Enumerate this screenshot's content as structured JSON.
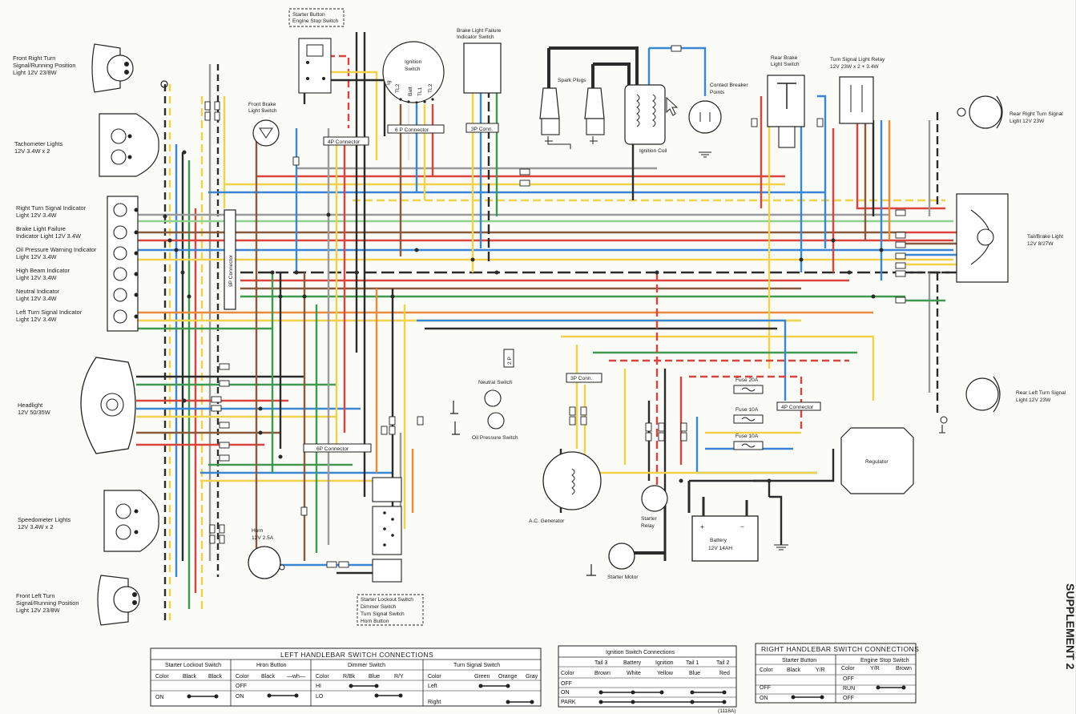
{
  "components": {
    "front_right_turn": [
      "Front Right Turn",
      "Signal/Running Position",
      "Light 12V 23/8W"
    ],
    "tachometer": [
      "Tachometer Lights",
      "12V 3.4W x 2"
    ],
    "indicators": [
      [
        "Right Turn Signal Indicator",
        "Light 12V 3.4W"
      ],
      [
        "Brake Light Failure",
        "Indicator Light 12V 3.4W"
      ],
      [
        "Oil Pressure Warning Indicator",
        "Light 12V 3.4W"
      ],
      [
        "High Beam Indicator",
        "Light 12V 3.4W"
      ],
      [
        "Neutral Indicator",
        "Light 12V 3.4W"
      ],
      [
        "Left Turn Signal Indicator",
        "Light 12V 3.4W"
      ]
    ],
    "headlight": [
      "Headlight",
      "12V 50/35W"
    ],
    "speedometer": [
      "Speedometer Lights",
      "12V 3.4W x 2"
    ],
    "front_left_turn": [
      "Front Left Turn",
      "Signal/Running Position",
      "Light 12V 23/8W"
    ],
    "starter_button_box": [
      "Starter Button",
      "Engine Stop Switch"
    ],
    "ignition_switch": [
      "Ignition",
      "Switch"
    ],
    "ignition_pins": [
      "Ig",
      "TL2",
      "Batt",
      "TL1",
      "TL2"
    ],
    "brake_failure_switch": [
      "Brake Light Failure",
      "Indicator Switch"
    ],
    "spark_plugs": "Spark Plugs",
    "ignition_coil": "Ignition Coil",
    "contact_breaker": [
      "Contact Breaker",
      "Points"
    ],
    "rear_brake_switch": [
      "Rear Brake",
      "Light Switch"
    ],
    "turn_relay": [
      "Turn Signal Light Relay",
      "12V 23W x 2 + 3.4W"
    ],
    "rear_right_turn": [
      "Rear Right Turn Signal",
      "Light 12V 23W"
    ],
    "tail_brake": [
      "Tail/Brake Light",
      "12V 8/27W"
    ],
    "rear_left_turn": [
      "Rear Left Turn Signal",
      "Light 12V 23W"
    ],
    "front_brake_switch": [
      "Front Brake",
      "Light Switch"
    ],
    "connectors": {
      "c4p_top": "4P Connector",
      "c6p_top": "6 P Connector",
      "c3p_top": "3P Conn.",
      "c9p": "9P Connector",
      "c6p_bottom": "6P Connector",
      "c3p_mid": "3P Conn.",
      "c4p_right": "4P Connector",
      "c2p": "2 P"
    },
    "neutral_switch": "Neutral Switch",
    "oil_pressure_switch": "Oil Pressure Switch",
    "fuses": [
      "Fuse 20A",
      "Fuse 10A",
      "Fuse 10A"
    ],
    "regulator": "Regulator",
    "generator": "A.C. Generator",
    "starter_relay": [
      "Starter",
      "Relay"
    ],
    "battery": [
      "Battery",
      "12V 14AH"
    ],
    "battery_plus": "+",
    "battery_minus": "−",
    "starter_motor": "Starter Motor",
    "horn": [
      "Horn",
      "12V 2.5A"
    ],
    "left_handlebar_box": [
      "Starter Lockout Switch",
      "Dimmer Switch",
      "Turn Signal Switch",
      "Horn Button"
    ]
  },
  "tables": {
    "left": {
      "title": "LEFT HANDLEBAR SWITCH CONNECTIONS",
      "groups": [
        "Starter Lockout Switch",
        "Hron Button",
        "Dimmer Switch",
        "Turn Signal Switch"
      ],
      "lockout": {
        "header": [
          "Color",
          "Black",
          "Black"
        ],
        "rows": [
          "ON"
        ]
      },
      "horn": {
        "header": [
          "Color",
          "Black",
          "—wh—"
        ],
        "rows": [
          "OFF",
          "ON"
        ]
      },
      "dimmer": {
        "header": [
          "Color",
          "R/Bk",
          "Blue",
          "R/Y"
        ],
        "rows": [
          "HI",
          "LO"
        ]
      },
      "turn": {
        "header": [
          "Color",
          "Green",
          "Orange",
          "Gray"
        ],
        "rows": [
          "Left",
          "Right"
        ]
      }
    },
    "ignition": {
      "title": "Ignition Switch Connections",
      "header": [
        "Tail 3",
        "Battery",
        "Ignition",
        "Tail 1",
        "Tail 2"
      ],
      "colors": [
        "Color",
        "Brown",
        "White",
        "Yellow",
        "Blue",
        "Red"
      ],
      "rows": [
        "OFF",
        "ON",
        "PARK"
      ],
      "code": "(1118A)"
    },
    "right": {
      "title": "RIGHT HANDLEBAR SWITCH CONNECTIONS",
      "groups": [
        "Starter Button",
        "Engine Stop Switch"
      ],
      "starter": {
        "header": [
          "Color",
          "Black",
          "Y/R"
        ],
        "rows": [
          "OFF",
          "ON"
        ]
      },
      "stop": {
        "header": [
          "Color",
          "Y/R",
          "Brown"
        ],
        "rows": [
          "OFF",
          "RUN",
          "OFF"
        ]
      }
    }
  },
  "margin_text": "SUPPLEMENT 2",
  "wire_colors": {
    "black": "#2b2b2b",
    "blue": "#3a86d6",
    "yellow": "#f2d24a",
    "red": "#d9443c",
    "green": "#3e9a4e",
    "brown": "#8a5a3c",
    "orange": "#ec8a3c",
    "gray": "#9a9a9a",
    "lightgreen": "#8fd28f",
    "white": "#e8e8e8"
  }
}
